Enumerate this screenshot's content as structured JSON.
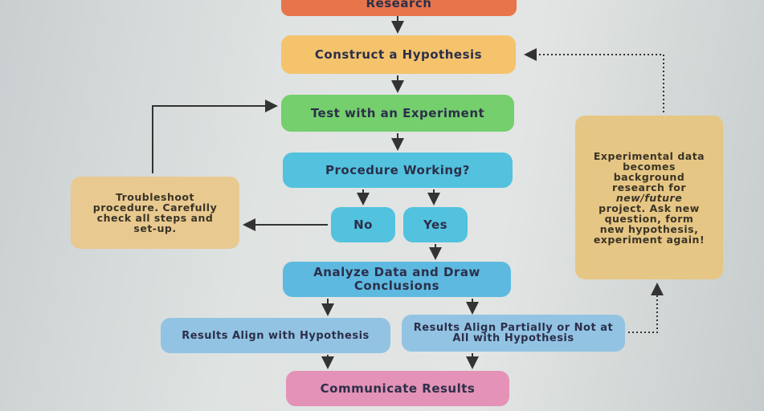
{
  "nodes": {
    "research": "Research",
    "hypothesis": "Construct a Hypothesis",
    "experiment": "Test with an Experiment",
    "procedure": "Procedure Working?",
    "no": "No",
    "yes": "Yes",
    "analyze": "Analyze Data and Draw Conclusions",
    "align": "Results Align with Hypothesis",
    "partial": "Results Align Partially or Not at All with Hypothesis",
    "communicate": "Communicate Results",
    "troubleshoot": "Troubleshoot procedure. Carefully check all steps and set-up.",
    "future_a": "Experimental data becomes background research for",
    "future_b": "new/future",
    "future_c": "project. Ask new question, form new hypothesis, experiment again!"
  },
  "colors": {
    "research": "#e8744c",
    "hypothesis": "#f4c36c",
    "experiment": "#74cf6c",
    "procedure": "#52c2df",
    "analyze": "#5db9e0",
    "results": "#92c3e3",
    "communicate": "#e492b7",
    "note": "#e6c684"
  }
}
